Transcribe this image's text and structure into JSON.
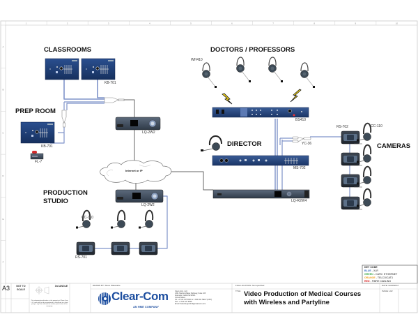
{
  "frame": {
    "col_labels": [
      "1",
      "2",
      "3",
      "4",
      "5",
      "6",
      "7",
      "8",
      "9",
      "10"
    ],
    "row_labels": [
      "A",
      "B",
      "C",
      "D",
      "E",
      "F"
    ]
  },
  "sections": {
    "classrooms": "CLASSROOMS",
    "prep_room": "PREP ROOM",
    "doctors": "DOCTORS / PROFESSORS",
    "director": "DIRECTOR",
    "cameras": "CAMERAS",
    "production_1": "PRODUCTION",
    "production_2": "STUDIO"
  },
  "devices": {
    "kb701_classroom": "KB-701",
    "kb701_prep": "KB-701",
    "fl7": "FL-7",
    "lq2w2_top": "LQ-2W2",
    "lq2w2_studio": "LQ-2W2",
    "wh410": "WH410",
    "bs410": "BS410",
    "ms702": "MS-702",
    "yc36": "YC-36",
    "lqr2w4": "LQ-R2W4",
    "rs702": "RS-702",
    "cc110_cam": "CC-110",
    "cc110_studio": "CC-110",
    "rs701": "RS-701",
    "cloud": "Internet or IP"
  },
  "key_code": {
    "title": "KEY CODE",
    "items": [
      {
        "label": "BLUE",
        "desc": " - XLR",
        "color": "#3a6fc4"
      },
      {
        "label": "GREEN",
        "desc": " - CAT5 / ETHERNET",
        "color": "#3aa845"
      },
      {
        "label": "ORANGE",
        "desc": " - TELCO/CAT3",
        "color": "#f0a020"
      },
      {
        "label": "RED",
        "desc": " - FIBRE CABLING",
        "color": "#d42020"
      }
    ]
  },
  "title_block": {
    "sheet_size": "A3",
    "scale": "NOT TO SCALE",
    "projection": "3rd ANGLE",
    "drawn_by": "DRAWN BY: Steve Watanabe",
    "disclaimer": "This drawing/specification is the property of Clear-Com LLC and may not be reproduced or disclosed to a third party in any form without the written permission of the company.",
    "company_name": "Clear-Com",
    "company_tag": "AN HME COMPANY",
    "address": [
      "Clear-Com, LLC",
      "1301 Marina Village Parkway, Suite 105",
      "Alameda, California 94501",
      "United States",
      "Tel: +1 510 337 6600 or 1 800 462 HELP (4357)",
      "Fax: +1 510 337 6699",
      "Email: SalesSupportUS@clearcom.com"
    ],
    "file_location": "FILE LOCATION: Not specified",
    "title_label": "TITLE:",
    "title_line1": "Video Production of Medical Courses",
    "title_line2": "with Wireless and Partyline",
    "date": "DATE: 02/28/2017",
    "issue": "ISSUE: v02"
  },
  "colors": {
    "panel_blue": "#1f3f77",
    "cable_blue": "#7f93c9",
    "cable_gray": "#555555",
    "brand_blue": "#1e4fa0"
  }
}
